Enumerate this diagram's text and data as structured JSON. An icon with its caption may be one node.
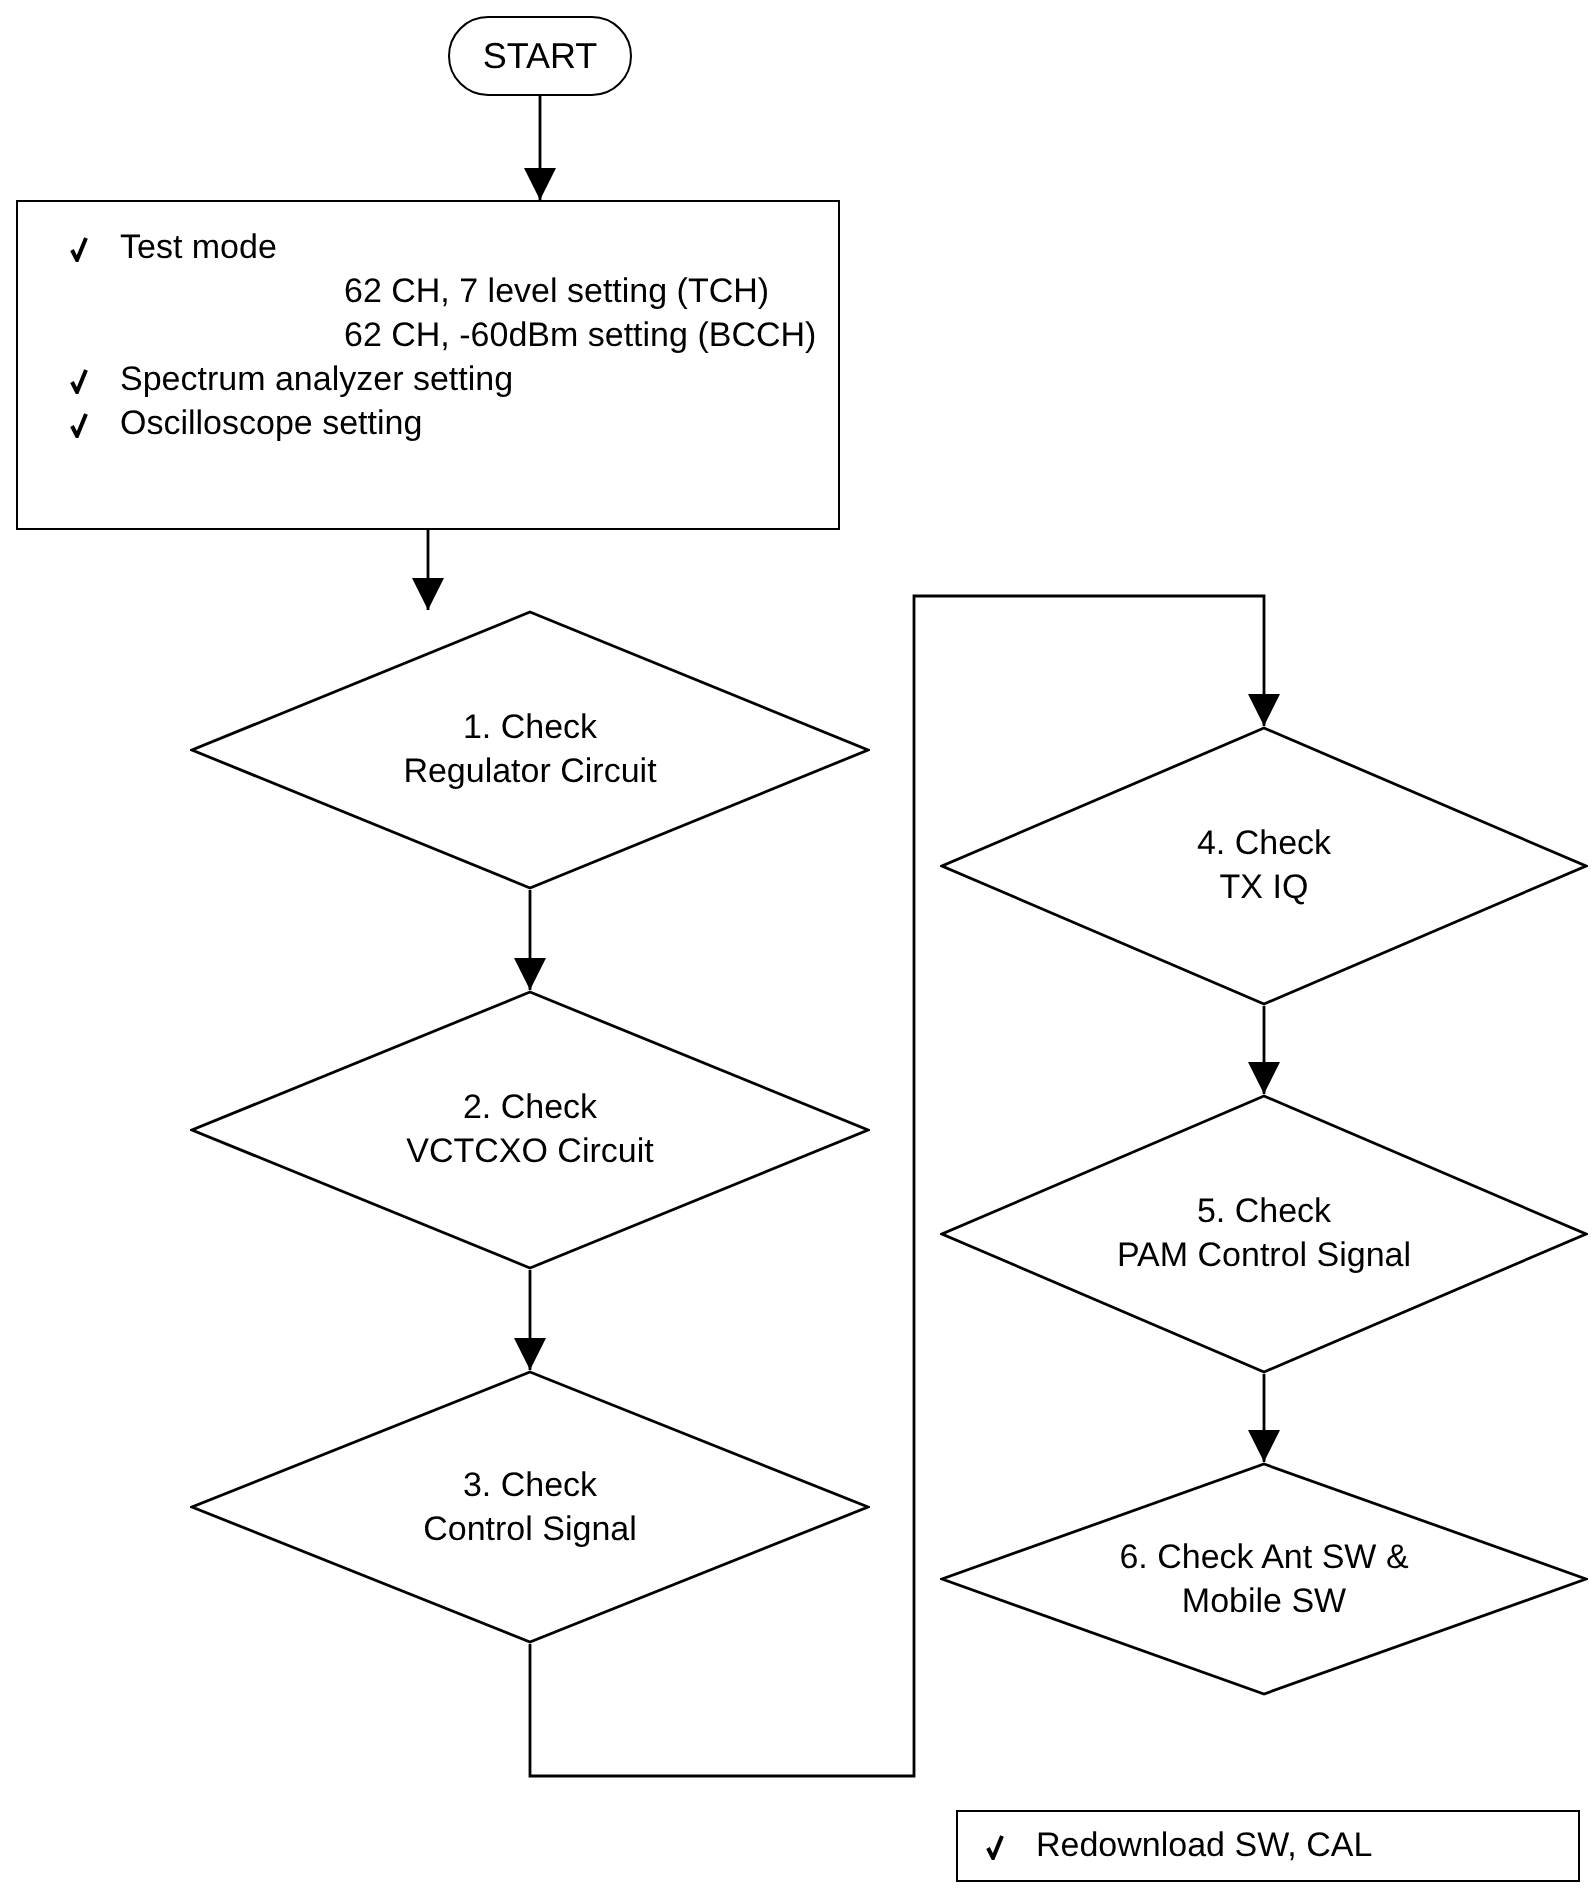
{
  "diagram": {
    "nodes": [
      {
        "text": [
          "START"
        ]
      },
      {
        "text": [
          "Test mode",
          "62 CH, 7 level setting (TCH)",
          "62 CH, -60dBm setting (BCCH)",
          "Spectrum analyzer setting",
          "Oscilloscope setting"
        ]
      },
      {
        "text": [
          "1. Check",
          "Regulator Circuit"
        ]
      },
      {
        "text": [
          "2. Check",
          "VCTCXO Circuit"
        ]
      },
      {
        "text": [
          "3. Check",
          "Control Signal"
        ]
      },
      {
        "text": [
          "4. Check",
          "TX IQ"
        ]
      },
      {
        "text": [
          "5. Check",
          "PAM Control Signal"
        ]
      },
      {
        "text": [
          "6. Check Ant SW &",
          "Mobile SW"
        ]
      },
      {
        "text": [
          "Redownload SW, CAL"
        ]
      }
    ],
    "edges": [
      {
        "from": 0,
        "to": 1,
        "arrow": "to"
      },
      {
        "from": 1,
        "to": 2,
        "arrow": "to"
      },
      {
        "from": 2,
        "to": 3,
        "arrow": "to"
      },
      {
        "from": 3,
        "to": 4,
        "arrow": "to"
      },
      {
        "from": 4,
        "to": 5,
        "arrow": "to"
      },
      {
        "from": 5,
        "to": 6,
        "arrow": "to"
      },
      {
        "from": 6,
        "to": 7,
        "arrow": "to"
      }
    ]
  }
}
